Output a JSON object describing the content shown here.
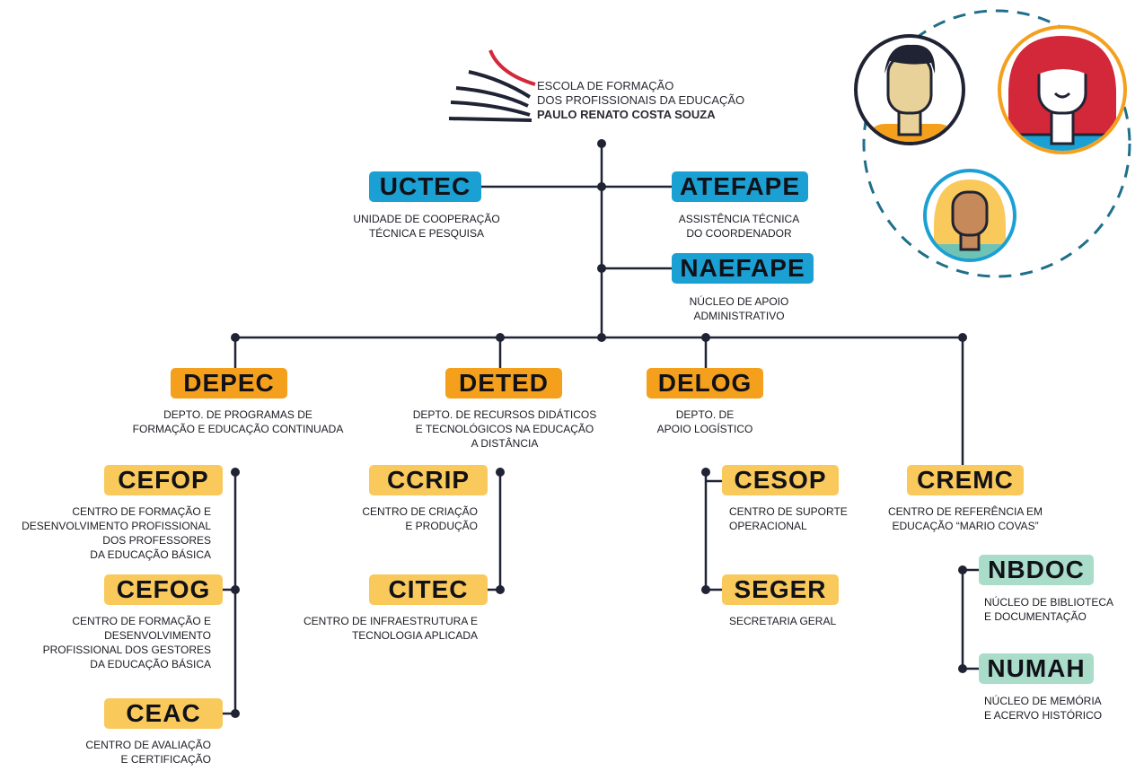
{
  "logo": {
    "line1": "ESCOLA DE FORMAÇÃO",
    "line2": "DOS PROFISSIONAIS DA EDUCAÇÃO",
    "line3": "PAULO RENATO COSTA SOUZA"
  },
  "units": {
    "uctec": {
      "label": "UCTEC",
      "desc": "UNIDADE DE COOPERAÇÃO\nTÉCNICA E PESQUISA"
    },
    "atefape": {
      "label": "ATEFAPE",
      "desc": "ASSISTÊNCIA TÉCNICA\nDO COORDENADOR"
    },
    "naefape": {
      "label": "NAEFAPE",
      "desc": "NÚCLEO DE APOIO\nADMINISTRATIVO"
    },
    "depec": {
      "label": "DEPEC",
      "desc": "DEPTO. DE PROGRAMAS DE\nFORMAÇÃO E EDUCAÇÃO CONTINUADA"
    },
    "deted": {
      "label": "DETED",
      "desc": "DEPTO. DE RECURSOS DIDÁTICOS\nE TECNOLÓGICOS NA EDUCAÇÃO\nA DISTÂNCIA"
    },
    "delog": {
      "label": "DELOG",
      "desc": "DEPTO. DE\nAPOIO LOGÍSTICO"
    },
    "cefop": {
      "label": "CEFOP",
      "desc": "CENTRO DE FORMAÇÃO E\nDESENVOLVIMENTO PROFISSIONAL\nDOS PROFESSORES\nDA EDUCAÇÃO BÁSICA"
    },
    "cefog": {
      "label": "CEFOG",
      "desc": "CENTRO DE FORMAÇÃO E\nDESENVOLVIMENTO\nPROFISSIONAL DOS GESTORES\nDA EDUCAÇÃO BÁSICA"
    },
    "ceac": {
      "label": "CEAC",
      "desc": "CENTRO DE AVALIAÇÃO\nE CERTIFICAÇÃO"
    },
    "ccrip": {
      "label": "CCRIP",
      "desc": "CENTRO DE CRIAÇÃO\nE PRODUÇÃO"
    },
    "citec": {
      "label": "CITEC",
      "desc": "CENTRO DE  INFRAESTRUTURA E\nTECNOLOGIA APLICADA"
    },
    "cesop": {
      "label": "CESOP",
      "desc": "CENTRO DE SUPORTE\nOPERACIONAL"
    },
    "seger": {
      "label": "SEGER",
      "desc": "SECRETARIA GERAL"
    },
    "cremc": {
      "label": "CREMC",
      "desc": "CENTRO DE REFERÊNCIA EM\nEDUCAÇÃO “MARIO COVAS”"
    },
    "nbdoc": {
      "label": "NBDOC",
      "desc": "NÚCLEO DE BIBLIOTECA\nE DOCUMENTAÇÃO"
    },
    "numah": {
      "label": "NUMAH",
      "desc": "NÚCLEO DE MEMÓRIA\nE ACERVO HISTÓRICO"
    }
  },
  "colors": {
    "blue": "#1ba0d3",
    "orange": "#f5a01d",
    "yellow": "#f9c95c",
    "green": "#a9dcc9",
    "line": "#1f2333",
    "logo_red": "#d3283a"
  },
  "icons": [
    "man-avatar-icon",
    "woman-red-hair-avatar-icon",
    "woman-yellow-hair-avatar-icon"
  ]
}
